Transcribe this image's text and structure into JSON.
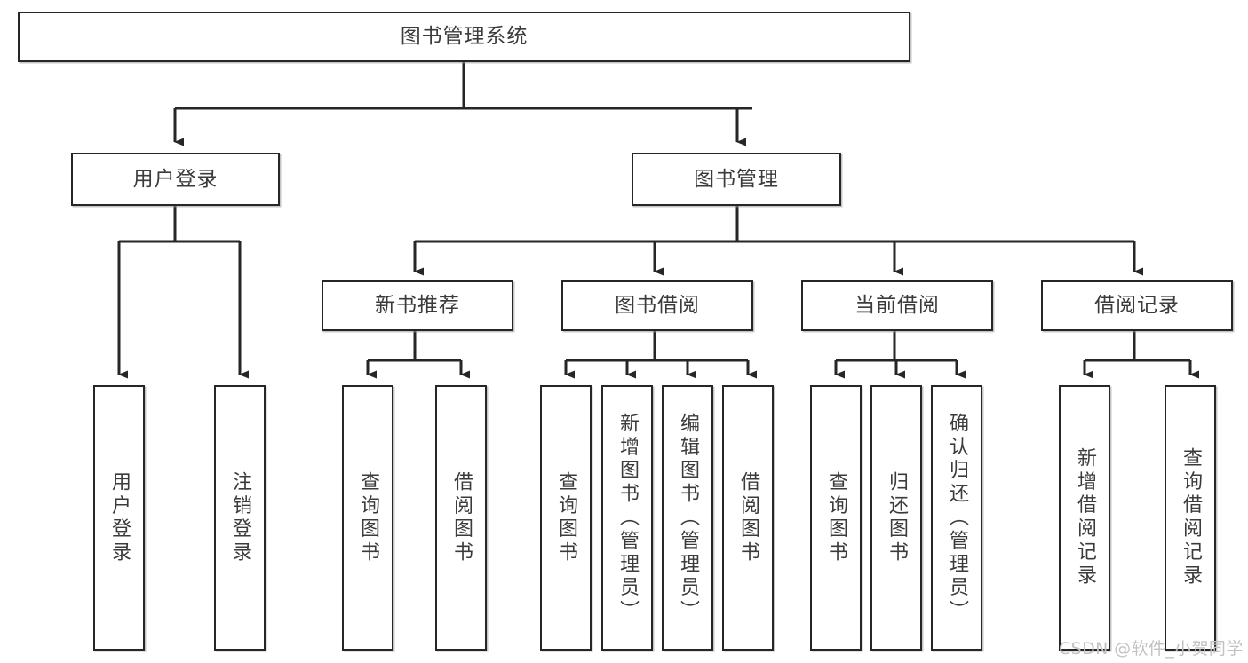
{
  "diagram": {
    "title": "图书管理系统",
    "type": "tree-hierarchy-chart",
    "orientation": "top-down",
    "colors": {
      "node_border": "#262626",
      "node_fill": "#ffffff",
      "node_text": "#3b3b3b",
      "edge": "#262626",
      "background": "#ffffff",
      "watermark_text": "#c2c2c2"
    },
    "nodes": {
      "root": {
        "label": "图书管理系统"
      },
      "level2": [
        {
          "id": "user-login",
          "label": "用户登录"
        },
        {
          "id": "book-management",
          "label": "图书管理"
        }
      ],
      "level3": [
        {
          "id": "new-book-recommend",
          "label": "新书推荐"
        },
        {
          "id": "book-borrow",
          "label": "图书借阅"
        },
        {
          "id": "current-borrow",
          "label": "当前借阅"
        },
        {
          "id": "borrow-record",
          "label": "借阅记录"
        }
      ],
      "leaves": {
        "user-login": [
          {
            "id": "leaf-user-login",
            "label": "用户登录"
          },
          {
            "id": "leaf-logout",
            "label": "注销登录"
          }
        ],
        "new-book-recommend": [
          {
            "id": "leaf-query-book-1",
            "label": "查询图书"
          },
          {
            "id": "leaf-borrow-book-1",
            "label": "借阅图书"
          }
        ],
        "book-borrow": [
          {
            "id": "leaf-query-book-2",
            "label": "查询图书"
          },
          {
            "id": "leaf-add-book",
            "label": "新增图书（管理员）"
          },
          {
            "id": "leaf-edit-book",
            "label": "编辑图书（管理员）"
          },
          {
            "id": "leaf-borrow-book-2",
            "label": "借阅图书"
          }
        ],
        "current-borrow": [
          {
            "id": "leaf-query-book-3",
            "label": "查询图书"
          },
          {
            "id": "leaf-return-book",
            "label": "归还图书"
          },
          {
            "id": "leaf-confirm-return",
            "label": "确认归还（管理员）"
          }
        ],
        "borrow-record": [
          {
            "id": "leaf-add-record",
            "label": "新增借阅记录"
          },
          {
            "id": "leaf-query-record",
            "label": "查询借阅记录"
          }
        ]
      }
    },
    "watermark": "CSDN @软件_小贺同学"
  }
}
